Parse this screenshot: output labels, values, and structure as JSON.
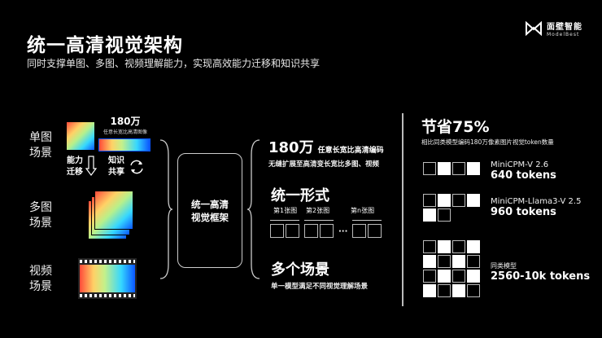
{
  "header": {
    "title": "统一高清视觉架构",
    "subtitle": "同时支撑单图、多图、视频理解能力，实现高效能力迁移和知识共享"
  },
  "logo": {
    "name_cn": "面壁智能",
    "name_en": "ModelBest",
    "icon": "modelbest-logo-icon"
  },
  "scenes": [
    {
      "label_line1": "单图",
      "label_line2": "场景"
    },
    {
      "label_line1": "多图",
      "label_line2": "场景"
    },
    {
      "label_line1": "视频",
      "label_line2": "场景"
    }
  ],
  "single_image": {
    "resolution_value": "180万",
    "resolution_caption": "任意长宽比高清图像",
    "transfer_label_line1": "能力",
    "transfer_label_line2": "迁移",
    "transfer_icon": "arrow-down-icon",
    "share_label_line1": "知识",
    "share_label_line2": "共享",
    "share_icon": "cycle-arrows-icon"
  },
  "framework": {
    "line1": "统一高清",
    "line2": "视觉框架"
  },
  "features": [
    {
      "title_big": "180万",
      "title_suffix": "任意长宽比高清编码",
      "desc": "无缝扩展至高清变长宽比多图、视频"
    },
    {
      "title_big": "统一形式",
      "image_labels": [
        "第1张图",
        "第2张图",
        "第n张图"
      ],
      "ellipsis": "···"
    },
    {
      "title_big": "多个场景",
      "desc": "单一模型满足不同视觉理解场景"
    }
  ],
  "savings": {
    "headline": "节省75%",
    "desc": "相比同类模型编码180万像素图片视觉token数量",
    "models": [
      {
        "name": "MiniCPM-V 2.6",
        "tokens": "640 tokens",
        "grid": [
          [
            "k",
            "w",
            "k",
            "w"
          ]
        ]
      },
      {
        "name": "MiniCPM-Llama3-V 2.5",
        "tokens": "960 tokens",
        "grid": [
          [
            "k",
            "w",
            "k",
            "w"
          ],
          [
            "w",
            "k"
          ]
        ]
      },
      {
        "name": "同类模型",
        "tokens": "2560-10k tokens",
        "grid": [
          [
            "k",
            "w",
            "k",
            "w"
          ],
          [
            "w",
            "k",
            "w",
            "k"
          ],
          [
            "k",
            "w",
            "k",
            "w"
          ],
          [
            "w",
            "k",
            "w",
            "k"
          ]
        ]
      }
    ]
  }
}
